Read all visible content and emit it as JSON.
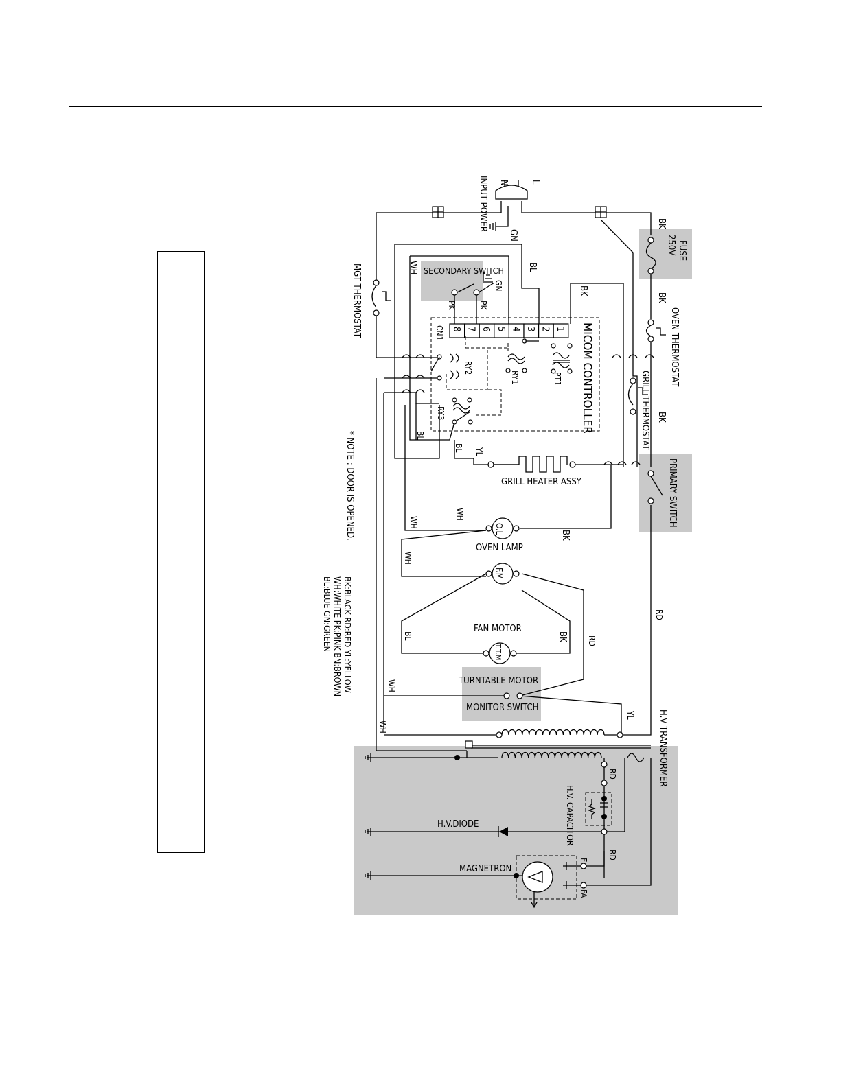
{
  "components": {
    "input_power": "INPUT POWER",
    "plug_l": "L",
    "plug_n": "N",
    "ground": "GN",
    "fuse": "FUSE",
    "fuse_rating": "250V",
    "oven_thermostat": "OVEN THERMOSTAT",
    "grill_thermostat": "GRILL THERMOSTAT",
    "primary_switch": "PRIMARY SWITCH",
    "secondary_switch": "SECONDARY SWITCH",
    "mgt_thermostat": "MGT THERMOSTAT",
    "micom_controller": "MICOM CONTROLLER",
    "cn1": "CN1",
    "ry1": "RY1",
    "ry2": "RY2",
    "ry3": "RY3",
    "pt1": "PT1",
    "grill_heater": "GRILL HEATER ASSY",
    "oven_lamp": "OVEN LAMP",
    "oven_lamp_symbol": "O.L",
    "fan_motor": "FAN MOTOR",
    "fan_motor_symbol": "F.M",
    "turntable_motor": "TURNTABLE MOTOR",
    "turntable_symbol": "T.T.M",
    "monitor_switch": "MONITOR SWITCH",
    "hv_transformer": "H.V TRANSFORMER",
    "hv_capacitor": "H.V. CAPACITOR",
    "hv_diode": "H.V.DIODE",
    "magnetron": "MAGNETRON",
    "terminal_f": "F",
    "terminal_fa": "FA"
  },
  "connector_pins": [
    "8",
    "7",
    "6",
    "5",
    "4",
    "3",
    "2",
    "1"
  ],
  "wire_labels": {
    "bk": "BK",
    "bl": "BL",
    "wh": "WH",
    "pk": "PK",
    "yl": "YL",
    "rd": "RD",
    "gn": "GN"
  },
  "note": "* NOTE : DOOR IS OPENED.",
  "legend": [
    "BK:BLACK  RD:RED   YL:YELLOW",
    "WH:WHITE  PK:PINK  BN:BROWN",
    "BL:BLUE   GN:GREEN"
  ],
  "colors": {
    "shade": "#c9c9c9",
    "line": "#000000"
  }
}
